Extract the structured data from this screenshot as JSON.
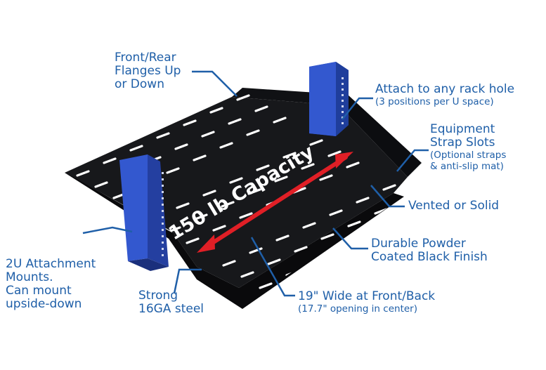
{
  "colors": {
    "label": "#1f5fa8",
    "leader": "#1f5fa8",
    "shelf": "#17181b",
    "upright": "#2f52c4",
    "arrow": "#e01f26",
    "slot": "#ffffff"
  },
  "diagram": {
    "capacity_label": "150 lb Capacity"
  },
  "callouts": {
    "flanges": {
      "lines": [
        "Front/Rear",
        "Flanges Up",
        "or Down"
      ]
    },
    "rack_hole": {
      "lines": [
        "Attach to any rack hole"
      ],
      "sub": [
        "(3 positions per U space)"
      ]
    },
    "strap_slots": {
      "lines": [
        "Equipment",
        "Strap Slots"
      ],
      "sub": [
        "(Optional straps",
        "& anti-slip mat)"
      ]
    },
    "vented": {
      "lines": [
        "Vented or Solid"
      ]
    },
    "finish": {
      "lines": [
        "Durable Powder",
        "Coated Black Finish"
      ]
    },
    "attachment": {
      "lines": [
        "2U Attachment",
        "Mounts.",
        "Can mount",
        "upside-down"
      ]
    },
    "steel": {
      "lines": [
        "Strong",
        "16GA steel"
      ]
    },
    "width": {
      "lines": [
        "19\" Wide at Front/Back"
      ],
      "sub": [
        "(17.7\" opening in center)"
      ]
    }
  }
}
